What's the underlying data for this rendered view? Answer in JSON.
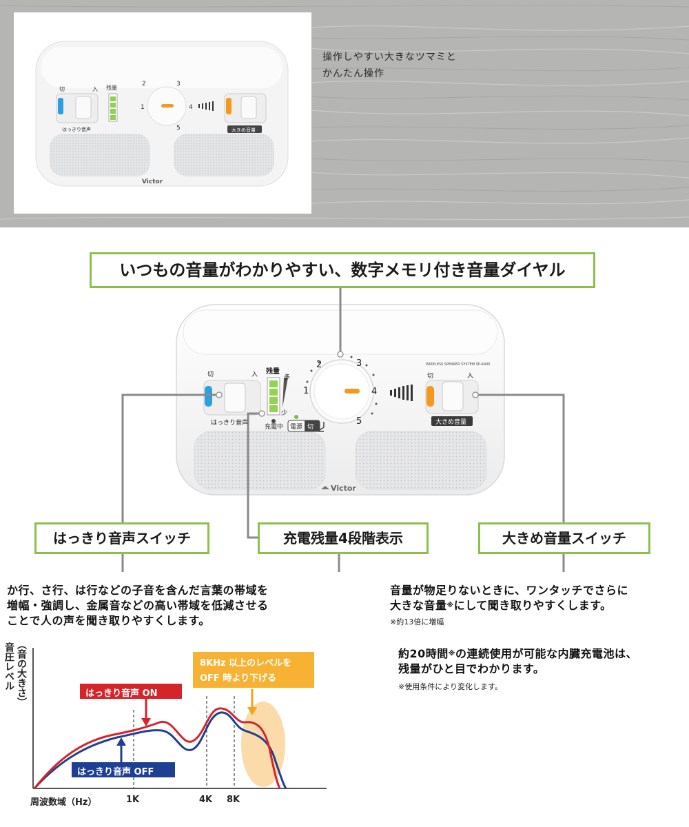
{
  "banner": {
    "line1": "操作しやすい大きなツマミと",
    "line2": "かんたん操作"
  },
  "device": {
    "switch_off": "切",
    "switch_on": "入",
    "clear_voice_label": "はっきり音声",
    "battery_label": "残量",
    "battery_more": "多",
    "battery_less": "少",
    "charging_label": "充電中",
    "power_label": "電源",
    "power_off": "切",
    "dial_numbers": [
      "1",
      "2",
      "3",
      "4",
      "5"
    ],
    "model_text": "WIRELESS SPEAKER SYSTEM SP-A900",
    "loud_volume_label": "大きめ音量",
    "brand": "Victor"
  },
  "callouts": {
    "dial": "いつもの音量がわかりやすい、数字メモリ付き音量ダイヤル",
    "clear_voice": "はっきり音声スイッチ",
    "battery": "充電残量4段階表示",
    "loud_volume": "大きめ音量スイッチ"
  },
  "descriptions": {
    "clear_voice": [
      "か行、さ行、は行などの子音を含んだ言葉の帯域を",
      "増幅・強調し、金属音などの高い帯域を低減させる",
      "ことで人の声を聞き取りやすくします。"
    ],
    "loud_volume": [
      "音量が物足りないときに、ワンタッチでさらに",
      "大きな音量"
    ],
    "loud_volume_mark": "※",
    "loud_volume_tail": "にして聞き取りやすくします。",
    "loud_volume_note": "※約13倍に増幅",
    "battery_prefix": "約20時間",
    "battery_mark": "※",
    "battery_rest": "の連続使用が可能な内臓充電池は、",
    "battery_line2": "残量がひと目でわかります。",
    "battery_note": "※使用条件により変化します。"
  },
  "chart": {
    "ylabel_main": "音圧レベル",
    "ylabel_sub": "（音の大きさ）",
    "xlabel": "周波数域（Hz）",
    "ticks": [
      "1K",
      "4K",
      "8K"
    ],
    "on_label": "はっきり音声 ON",
    "off_label": "はっきり音声 OFF",
    "note_line1": "8KHz 以上のレベルを",
    "note_line2": "OFF 時より下げる"
  },
  "colors": {
    "green": "#8dc04a",
    "on_red": "#d7232a",
    "off_blue": "#1f3f94",
    "orange": "#f6a21a",
    "note_yellow": "#f7b233"
  }
}
